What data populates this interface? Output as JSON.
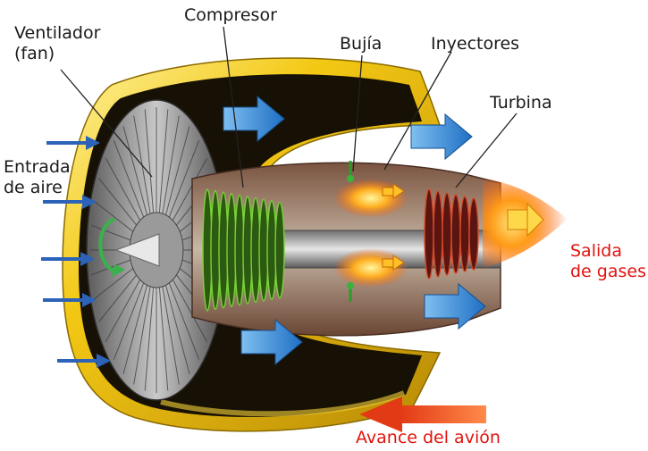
{
  "labels": {
    "ventilador_1": "Ventilador",
    "ventilador_2": "(fan)",
    "compresor": "Compresor",
    "bujia": "Bujía",
    "inyectores": "Inyectores",
    "turbina": "Turbina",
    "entrada_1": "Entrada",
    "entrada_2": "de aire",
    "salida_1": "Salida",
    "salida_2": "de gases",
    "avance": "Avance del avión"
  },
  "colors": {
    "cowl_yellow": "#f3c814",
    "interior_dark": "#151004",
    "flow_arrow_blue": "#1f7fd0",
    "intake_arrow_blue": "#2c62b8",
    "flame_orange": "#ff7a10",
    "compressor_green": "#4a8a1c",
    "travel_arrow": "#f0461c",
    "label_red": "#e0140f"
  },
  "icons": {
    "intake_arrows": "arrow-right-icon",
    "rotation": "rotation-arrow-icon",
    "travel_direction": "arrow-left-icon"
  }
}
